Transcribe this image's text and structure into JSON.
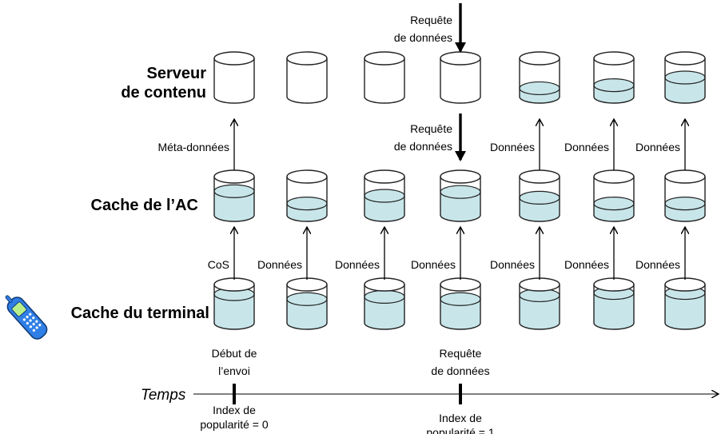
{
  "rows": {
    "server": [
      "Serveur",
      "de contenu"
    ],
    "ac": "Cache de l’AC",
    "terminal": "Cache du terminal"
  },
  "columns": [
    {
      "server_fill": 0,
      "ac_fill": 0.62,
      "terminal_fill": 0.75,
      "top_arrow": null,
      "up_label": "Méta-données",
      "up_dir": "up",
      "low_label": "CoS",
      "below": [
        "Début de",
        "l’envoi"
      ]
    },
    {
      "server_fill": 0,
      "ac_fill": 0.3,
      "terminal_fill": 0.62,
      "top_arrow": null,
      "up_label": null,
      "up_dir": null,
      "low_label": "Données",
      "below": null
    },
    {
      "server_fill": 0,
      "ac_fill": 0.5,
      "terminal_fill": 0.68,
      "top_arrow": null,
      "up_label": null,
      "up_dir": null,
      "low_label": "Données",
      "below": null
    },
    {
      "server_fill": 0,
      "ac_fill": 0.6,
      "terminal_fill": 0.62,
      "top_arrow": [
        "Requête",
        "de données"
      ],
      "up_label": [
        "Requête",
        "de données"
      ],
      "up_dir": "down",
      "low_label": "Données",
      "below": [
        "Requête",
        "de données"
      ]
    },
    {
      "server_fill": 0.22,
      "ac_fill": 0.45,
      "terminal_fill": 0.72,
      "top_arrow": null,
      "up_label": "Données",
      "up_dir": "up",
      "low_label": "Données",
      "below": null
    },
    {
      "server_fill": 0.3,
      "ac_fill": 0.3,
      "terminal_fill": 0.78,
      "top_arrow": null,
      "up_label": "Données",
      "up_dir": "up",
      "low_label": "Données",
      "below": null
    },
    {
      "server_fill": 0.5,
      "ac_fill": 0.3,
      "terminal_fill": 0.78,
      "top_arrow": null,
      "up_label": "Données",
      "up_dir": "up",
      "low_label": "Données",
      "below": null
    }
  ],
  "timeline": {
    "label": "Temps",
    "ticks": [
      {
        "column": 0,
        "label": [
          "Index de",
          "popularité = 0"
        ]
      },
      {
        "column": 3,
        "label": [
          "Index de",
          "popularité = 1"
        ]
      }
    ]
  },
  "colors": {
    "fill": "#c8e6ea",
    "stroke": "#222222",
    "phone_body": "#2f7fe6",
    "phone_screen": "#b9ef8a"
  },
  "icons": {
    "device": "mobile-phone-icon"
  }
}
